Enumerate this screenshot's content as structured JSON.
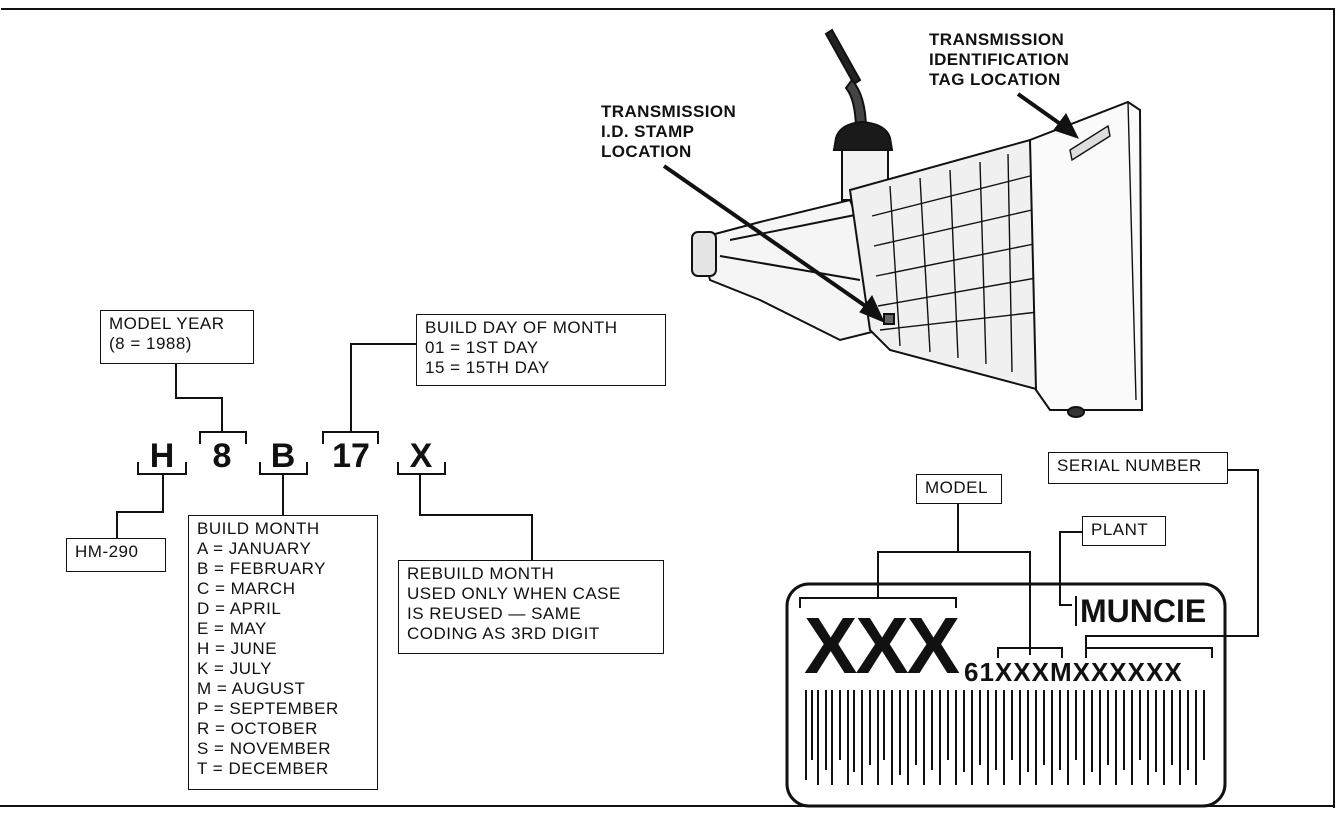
{
  "callouts": {
    "stamp": [
      "TRANSMISSION",
      "I.D. STAMP",
      "LOCATION"
    ],
    "tag": [
      "TRANSMISSION",
      "IDENTIFICATION",
      "TAG LOCATION"
    ]
  },
  "code": {
    "chars": [
      "H",
      "8",
      "B",
      "17",
      "X"
    ]
  },
  "labels": {
    "model_year": [
      "MODEL YEAR",
      "(8 = 1988)"
    ],
    "build_day": [
      "BUILD DAY OF MONTH",
      "01 = 1ST DAY",
      "15 = 15TH DAY"
    ],
    "model_name": "HM-290",
    "build_month": [
      "BUILD MONTH",
      "A = JANUARY",
      "B = FEBRUARY",
      "C = MARCH",
      "D = APRIL",
      "E = MAY",
      "H = JUNE",
      "K = JULY",
      "M = AUGUST",
      "P = SEPTEMBER",
      "R = OCTOBER",
      "S = NOVEMBER",
      "T = DECEMBER"
    ],
    "rebuild_month": [
      "REBUILD MONTH",
      "USED ONLY WHEN CASE",
      "IS REUSED — SAME",
      "CODING AS 3RD DIGIT"
    ]
  },
  "tag": {
    "model_label": "MODEL",
    "serial_label": "SERIAL NUMBER",
    "plant_label": "PLANT",
    "model_code": "XXX",
    "plant_name": "MUNCIE",
    "serial_text": "61XXXMXXXXXX"
  }
}
